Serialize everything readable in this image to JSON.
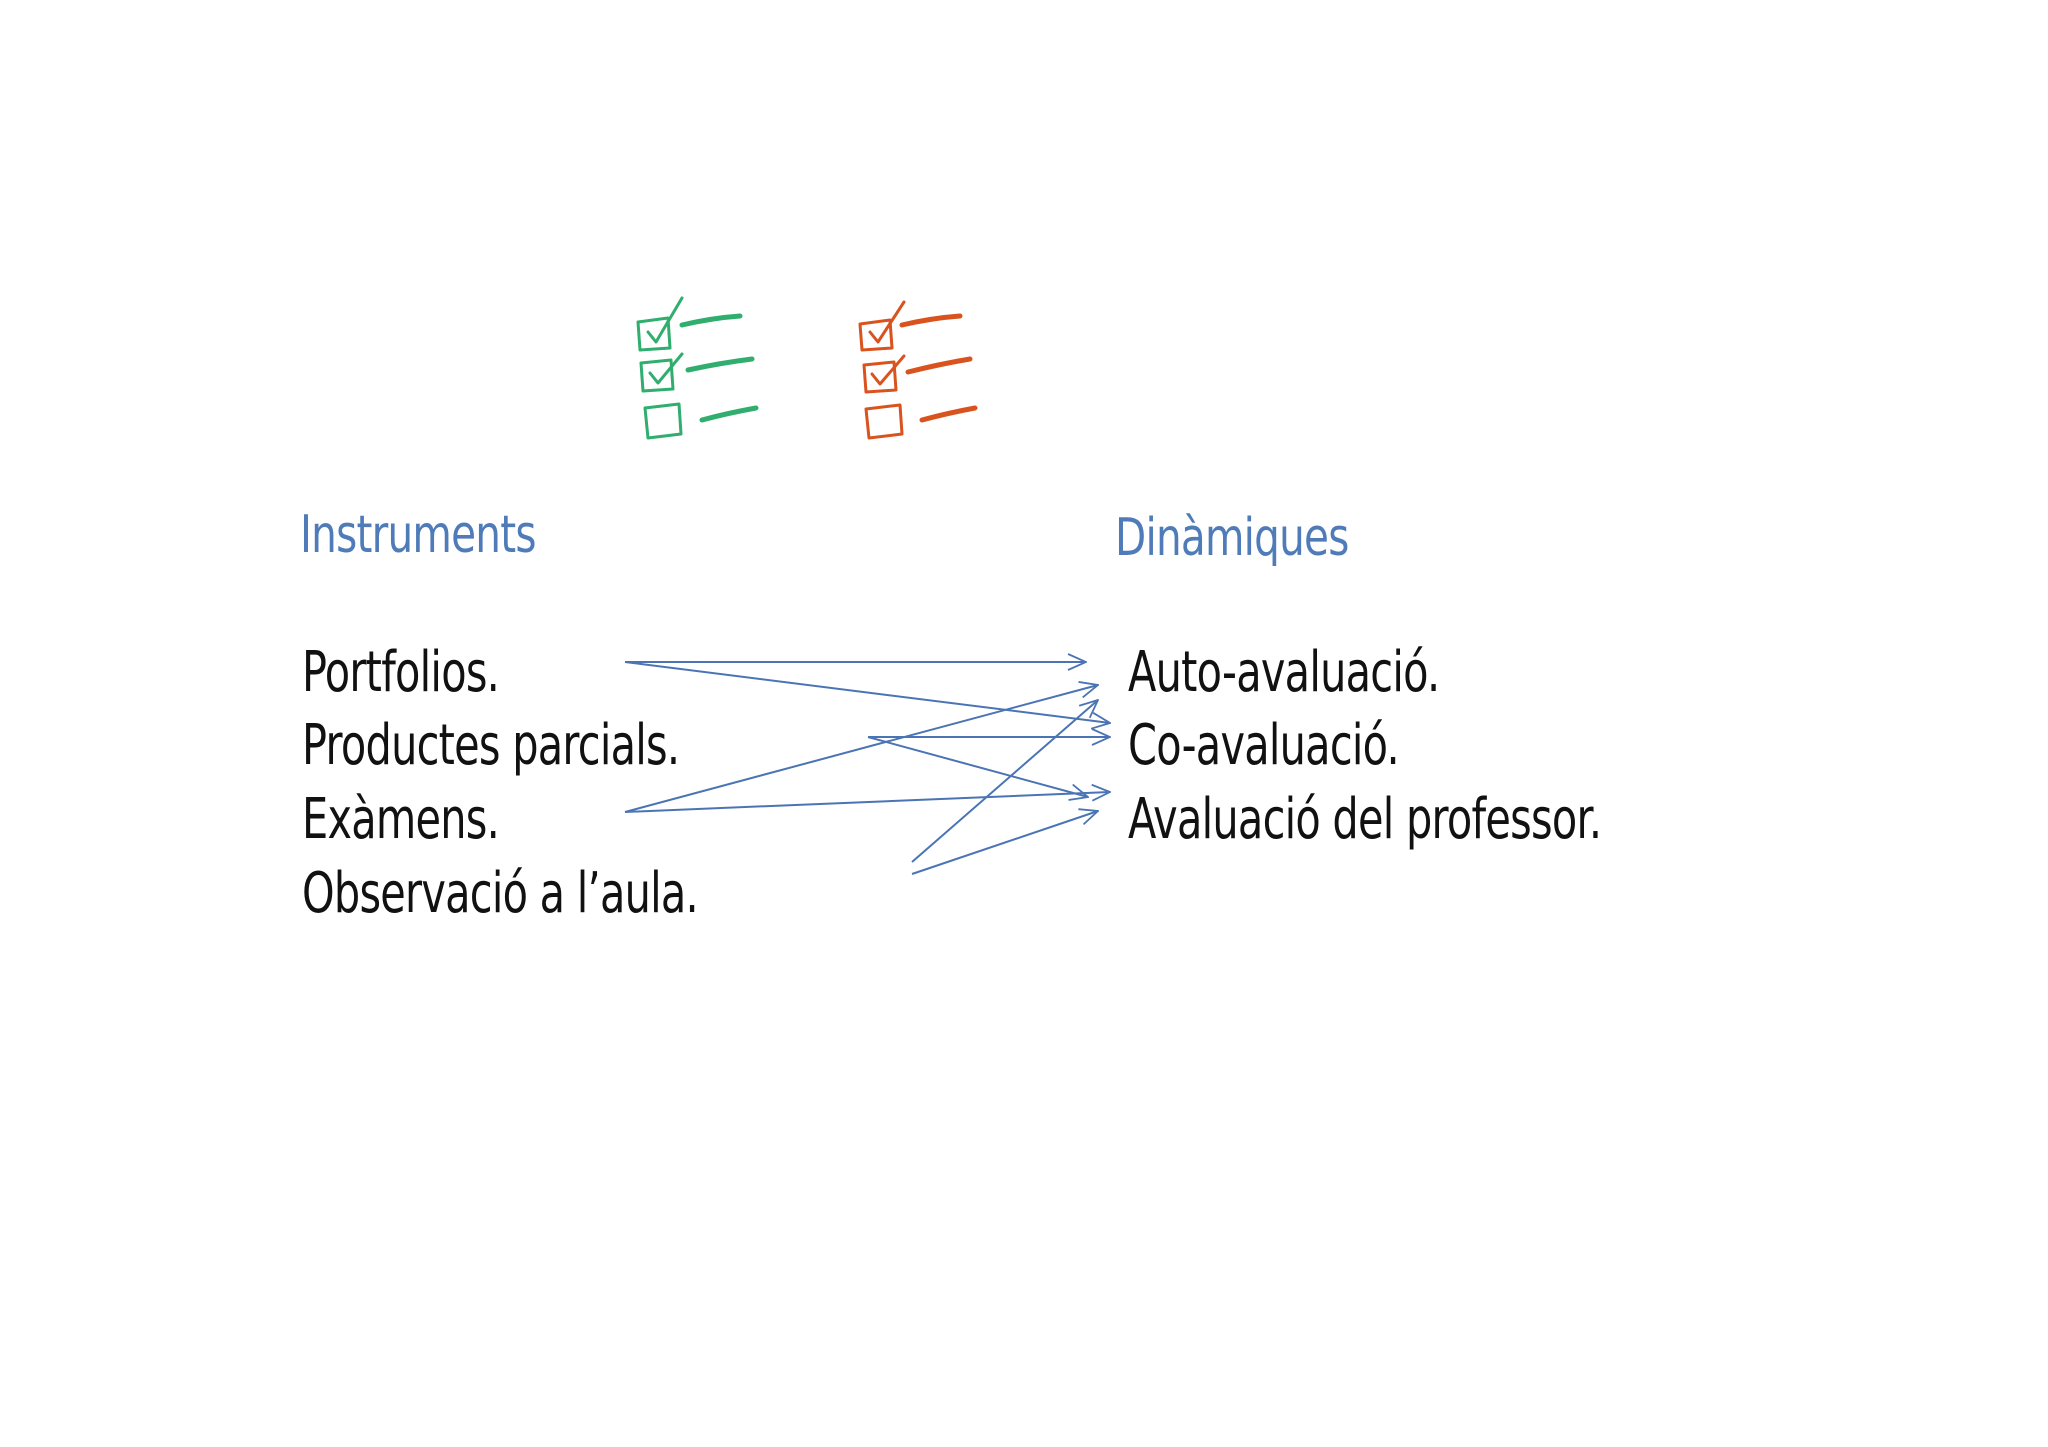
{
  "headings": {
    "instruments": "Instruments",
    "dinamiques": "Dinàmiques"
  },
  "instruments": [
    "Portfolios.",
    "Productes parcials.",
    "Exàmens.",
    "Observació a l’aula."
  ],
  "dinamiques": [
    "Auto-avaluació.",
    "Co-avaluació.",
    "Avaluació del professor."
  ],
  "icons": {
    "left_checklist": "checklist-icon",
    "right_checklist": "checklist-icon"
  },
  "colors": {
    "heading": "#4f7cb8",
    "text": "#111111",
    "arrow": "#4a74b4",
    "checklist_green": "#2fae6e",
    "checklist_orange": "#d9531e"
  }
}
